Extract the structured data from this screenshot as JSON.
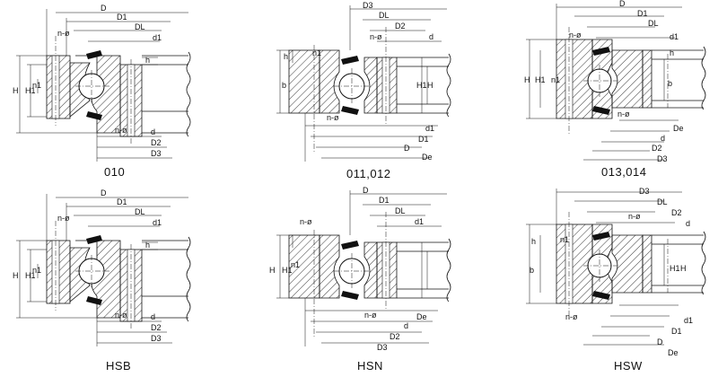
{
  "captions": {
    "d010": "010",
    "d011": "011,012",
    "d013": "013,014",
    "hsb": "HSB",
    "hsn": "HSN",
    "hsw": "HSW"
  },
  "dims": {
    "D": "D",
    "D1": "D1",
    "DL": "DL",
    "d1": "d1",
    "d": "d",
    "D2": "D2",
    "D3": "D3",
    "De": "De",
    "h": "h",
    "H": "H",
    "H1": "H1",
    "b": "b",
    "n1": "n1",
    "nphi": "n-ø"
  }
}
